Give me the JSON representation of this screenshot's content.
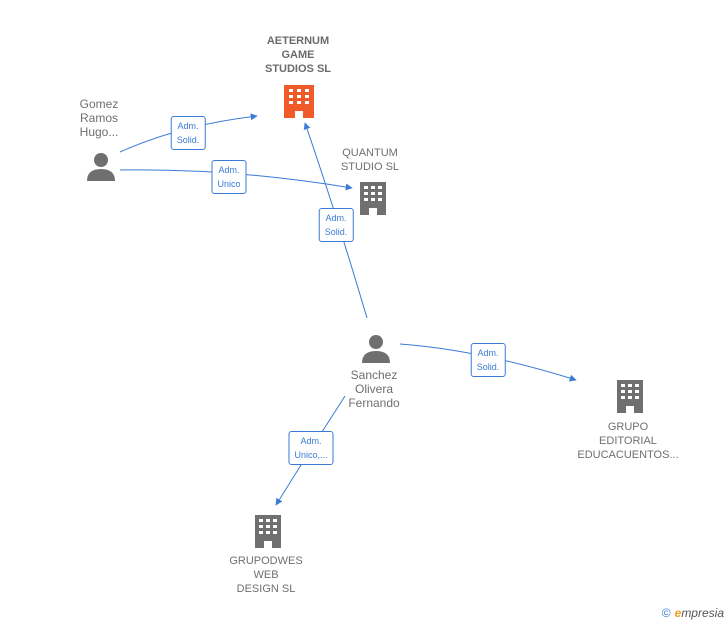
{
  "nodes": {
    "aeternum": {
      "lines": [
        "AETERNUM",
        "GAME",
        "STUDIOS  SL"
      ],
      "type": "company",
      "highlight": true
    },
    "quantum": {
      "lines": [
        "QUANTUM",
        "STUDIO  SL"
      ],
      "type": "company"
    },
    "grupo_editorial": {
      "lines": [
        "GRUPO",
        "EDITORIAL",
        "EDUCACUENTOS..."
      ],
      "type": "company"
    },
    "grupodwes": {
      "lines": [
        "GRUPODWES",
        "WEB",
        "DESIGN SL"
      ],
      "type": "company"
    },
    "gomez": {
      "lines": [
        "Gomez",
        "Ramos",
        "Hugo..."
      ],
      "type": "person"
    },
    "sanchez": {
      "lines": [
        "Sanchez",
        "Olivera",
        "Fernando"
      ],
      "type": "person"
    }
  },
  "edges": [
    {
      "id": "gomez-aeternum",
      "lines": [
        "Adm.",
        "Solid."
      ]
    },
    {
      "id": "gomez-quantum",
      "lines": [
        "Adm.",
        "Unico"
      ]
    },
    {
      "id": "sanchez-aeternum",
      "lines": [
        "Adm.",
        "Solid."
      ]
    },
    {
      "id": "sanchez-editorial",
      "lines": [
        "Adm.",
        "Solid."
      ]
    },
    {
      "id": "sanchez-grupodwes",
      "lines": [
        "Adm.",
        "Unico,..."
      ]
    }
  ],
  "footer": {
    "copyright": "©",
    "brand_initial": "e",
    "brand_rest": "mpresia"
  },
  "colors": {
    "edge": "#3a7bd5",
    "company_highlight": "#f05a28",
    "company": "#6f6f6f",
    "person": "#6f6f6f"
  }
}
